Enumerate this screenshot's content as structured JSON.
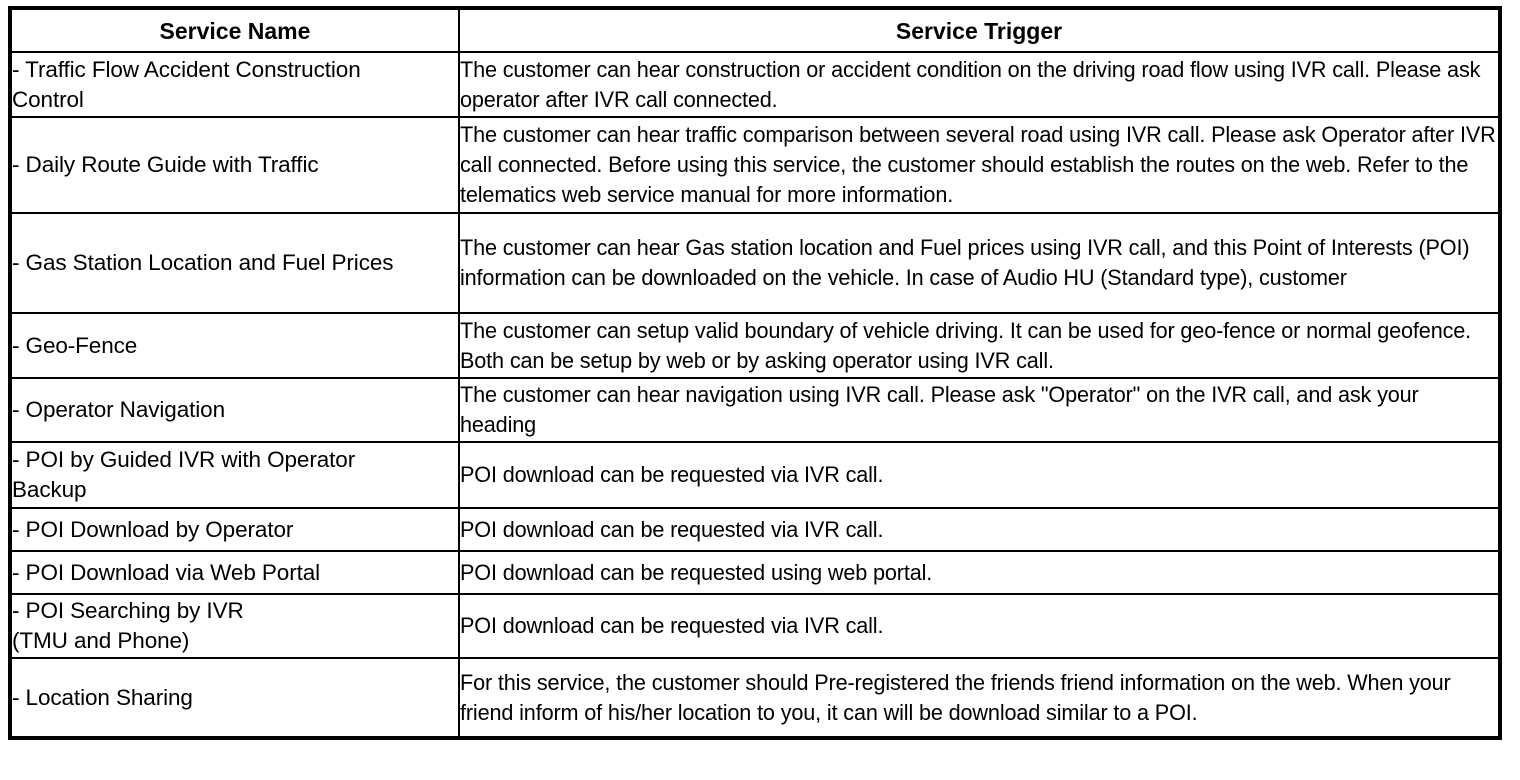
{
  "table": {
    "headers": {
      "service_name": "Service Name",
      "service_trigger": "Service Trigger"
    },
    "rows": [
      {
        "name": "- Traffic Flow Accident Construction\nControl",
        "trigger": "The customer can hear construction or accident condition on the driving road flow using IVR call. Please ask operator after IVR call connected."
      },
      {
        "name": "- Daily Route Guide with Traffic",
        "trigger": "The customer can hear traffic comparison between several road using IVR call. Please ask Operator after IVR call connected. Before using this service, the customer should establish the routes on the web. Refer to the telematics web service manual for more information."
      },
      {
        "name": "- Gas Station Location and Fuel Prices",
        "trigger": "The customer can hear Gas station location and Fuel prices using IVR call, and this Point of Interests (POI) information can be downloaded on the vehicle. In case of Audio HU (Standard type), customer"
      },
      {
        "name": "- Geo-Fence",
        "trigger": "The customer can setup valid boundary of vehicle driving. It can be used for geo-fence or normal geofence. Both can be setup by web or by asking operator using IVR call."
      },
      {
        "name": "- Operator Navigation",
        "trigger": "The customer can hear navigation using IVR call. Please ask \"Operator\" on the IVR call, and ask your heading"
      },
      {
        "name": "- POI by Guided IVR with Operator\nBackup",
        "trigger": "POI download can be requested via IVR call."
      },
      {
        "name": "- POI Download by Operator",
        "trigger": "POI download can be requested via IVR call."
      },
      {
        "name": "- POI Download via Web Portal",
        "trigger": "POI download can be requested using web portal."
      },
      {
        "name": "- POI Searching by IVR\n(TMU and Phone)",
        "trigger": "POI download can be requested via IVR call."
      },
      {
        "name": "- Location Sharing",
        "trigger": "For this service, the customer should Pre-registered the friends friend information on the web. When your friend inform of his/her location to you, it can will be download similar to a POI."
      }
    ]
  },
  "style": {
    "border_color": "#000000",
    "text_color": "#000000",
    "background": "#ffffff"
  }
}
